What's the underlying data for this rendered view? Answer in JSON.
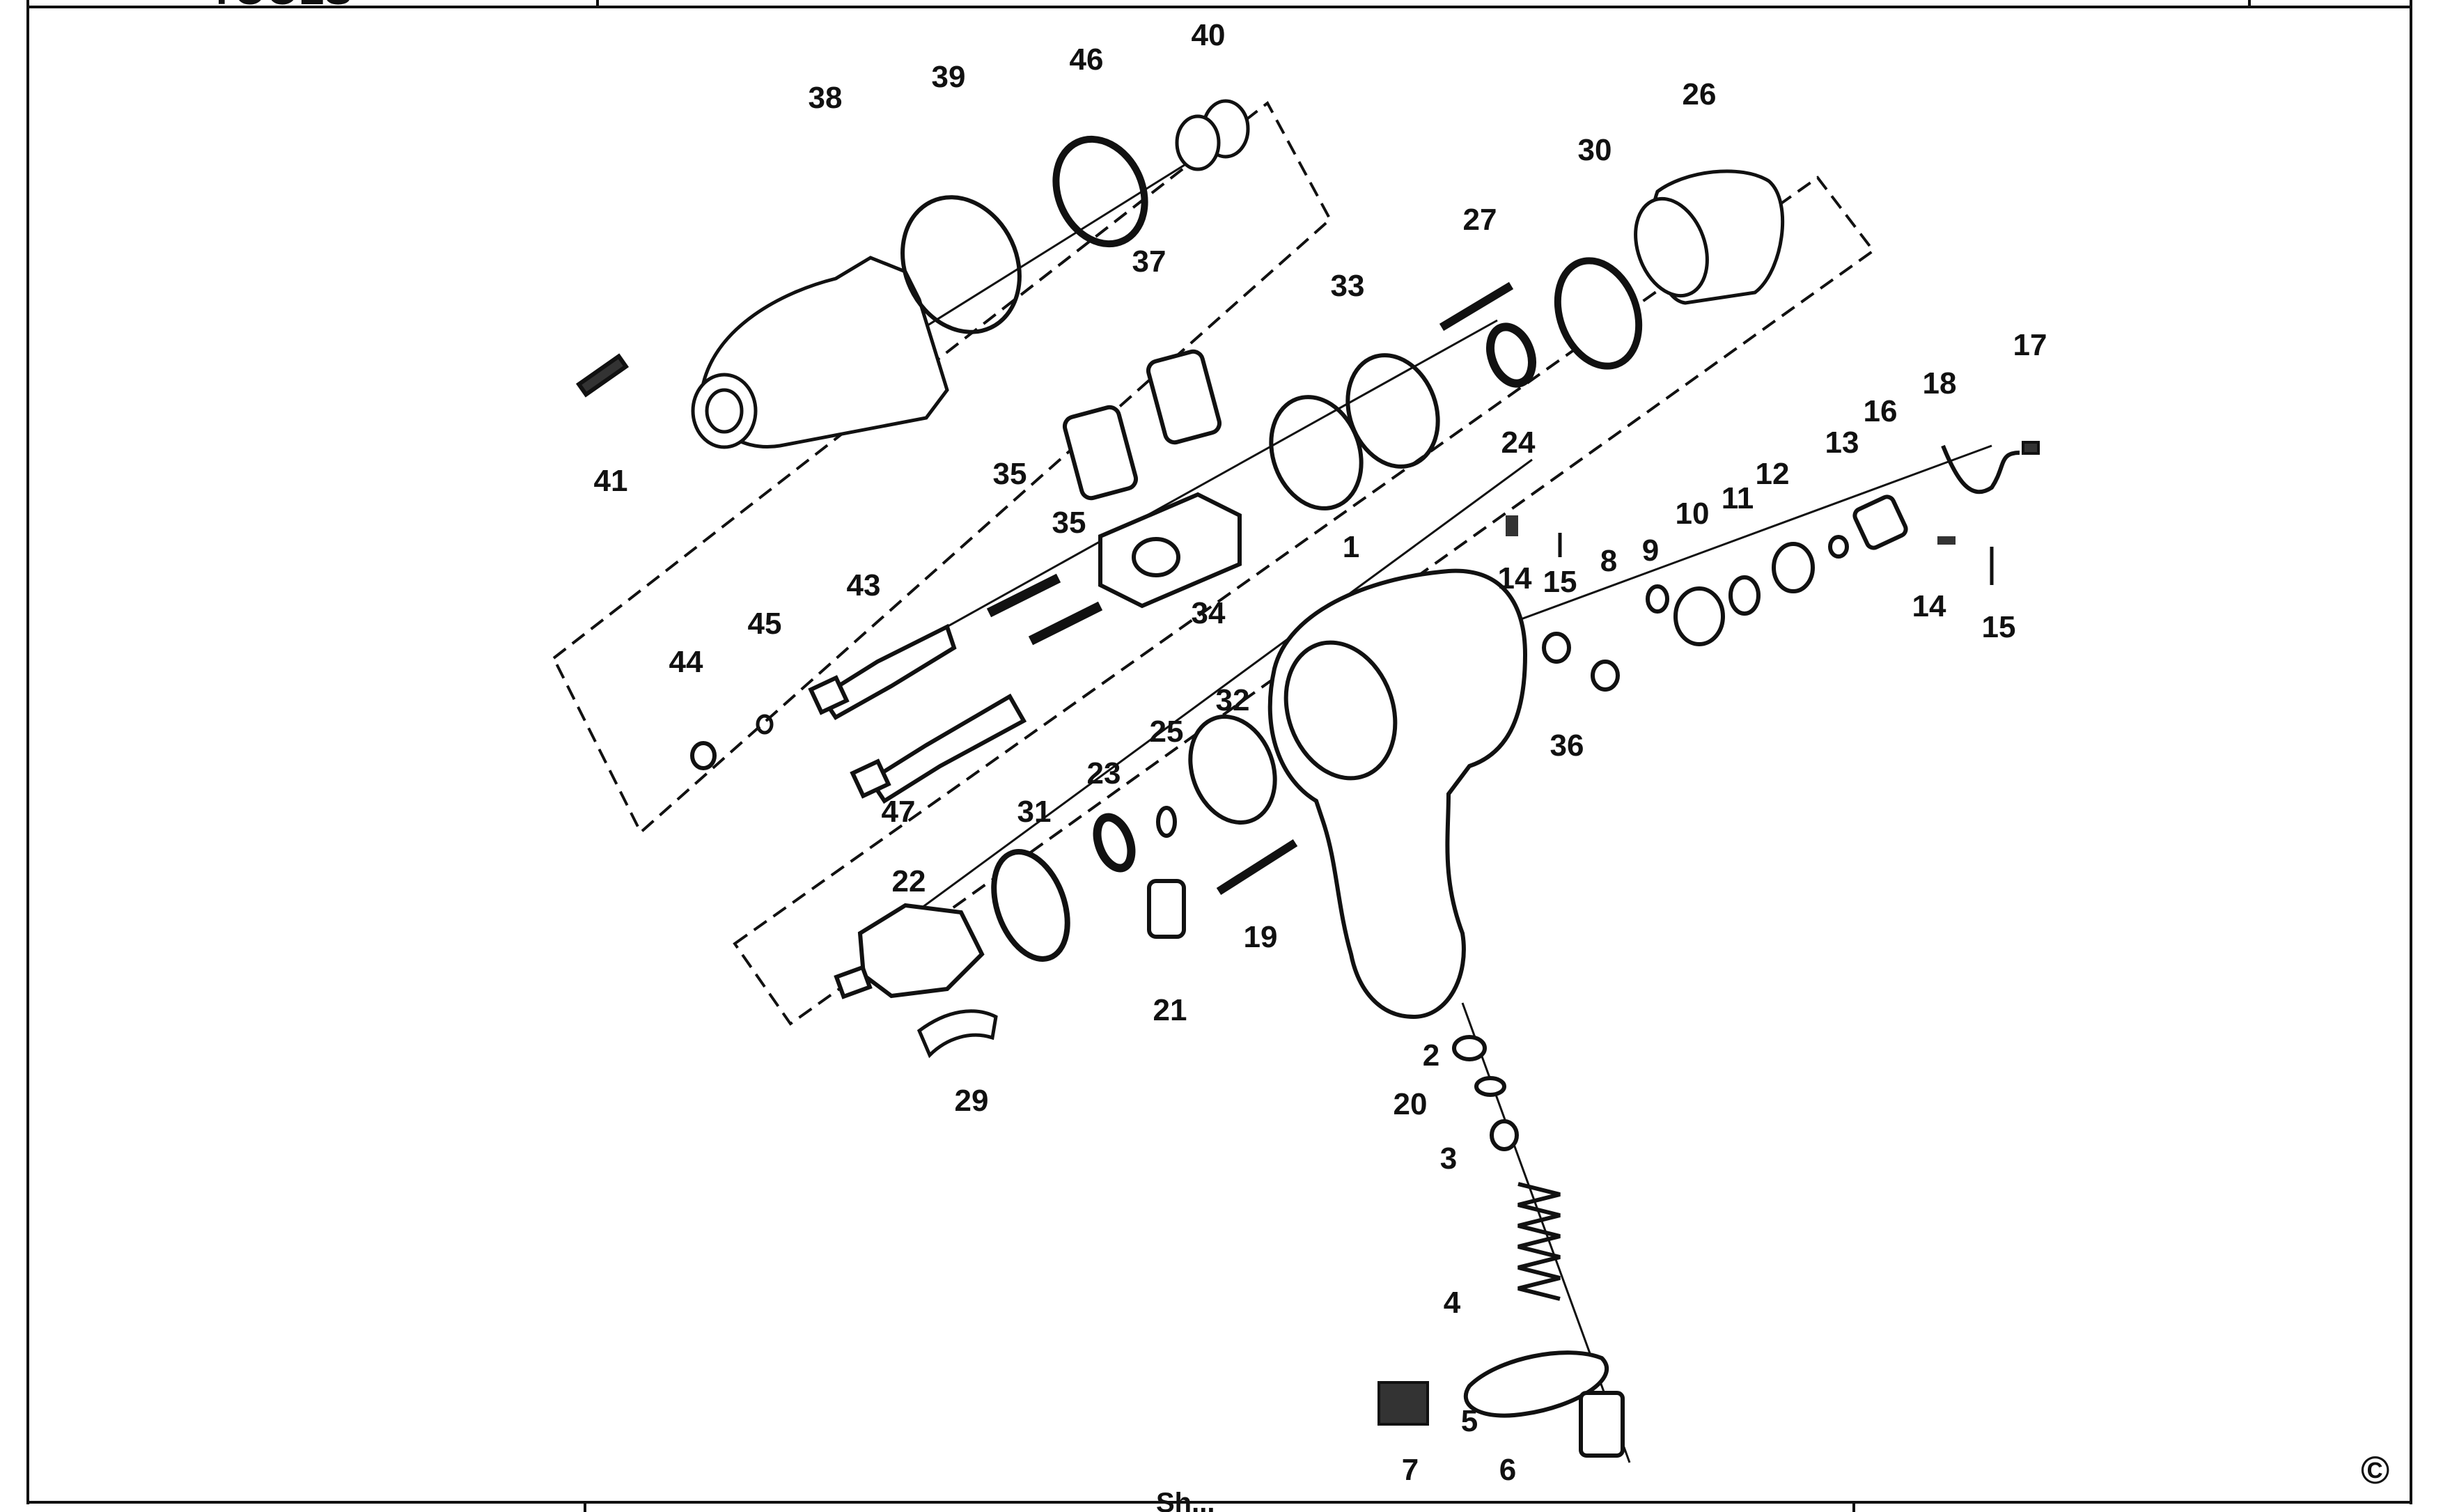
{
  "header": {
    "logo_text": "TOOLS"
  },
  "footer": {
    "center_text": "Sh..."
  },
  "copyright_symbol": "©",
  "parts": [
    {
      "id": "p1",
      "label": "1"
    },
    {
      "id": "p2",
      "label": "2"
    },
    {
      "id": "p3",
      "label": "3"
    },
    {
      "id": "p4",
      "label": "4"
    },
    {
      "id": "p5",
      "label": "5"
    },
    {
      "id": "p6",
      "label": "6"
    },
    {
      "id": "p7",
      "label": "7"
    },
    {
      "id": "p8",
      "label": "8"
    },
    {
      "id": "p9",
      "label": "9"
    },
    {
      "id": "p10",
      "label": "10"
    },
    {
      "id": "p11",
      "label": "11"
    },
    {
      "id": "p12",
      "label": "12"
    },
    {
      "id": "p13",
      "label": "13"
    },
    {
      "id": "p14a",
      "label": "14"
    },
    {
      "id": "p14b",
      "label": "14"
    },
    {
      "id": "p15a",
      "label": "15"
    },
    {
      "id": "p15b",
      "label": "15"
    },
    {
      "id": "p16",
      "label": "16"
    },
    {
      "id": "p17",
      "label": "17"
    },
    {
      "id": "p18",
      "label": "18"
    },
    {
      "id": "p19",
      "label": "19"
    },
    {
      "id": "p20",
      "label": "20"
    },
    {
      "id": "p21",
      "label": "21"
    },
    {
      "id": "p22",
      "label": "22"
    },
    {
      "id": "p23",
      "label": "23"
    },
    {
      "id": "p24",
      "label": "24"
    },
    {
      "id": "p25",
      "label": "25"
    },
    {
      "id": "p26",
      "label": "26"
    },
    {
      "id": "p27",
      "label": "27"
    },
    {
      "id": "p29",
      "label": "29"
    },
    {
      "id": "p30",
      "label": "30"
    },
    {
      "id": "p31",
      "label": "31"
    },
    {
      "id": "p32",
      "label": "32"
    },
    {
      "id": "p33",
      "label": "33"
    },
    {
      "id": "p34",
      "label": "34"
    },
    {
      "id": "p35a",
      "label": "35"
    },
    {
      "id": "p35b",
      "label": "35"
    },
    {
      "id": "p36",
      "label": "36"
    },
    {
      "id": "p37",
      "label": "37"
    },
    {
      "id": "p38",
      "label": "38"
    },
    {
      "id": "p39",
      "label": "39"
    },
    {
      "id": "p40",
      "label": "40"
    },
    {
      "id": "p41",
      "label": "41"
    },
    {
      "id": "p43",
      "label": "43"
    },
    {
      "id": "p44",
      "label": "44"
    },
    {
      "id": "p45",
      "label": "45"
    },
    {
      "id": "p46",
      "label": "46"
    },
    {
      "id": "p47",
      "label": "47"
    }
  ]
}
